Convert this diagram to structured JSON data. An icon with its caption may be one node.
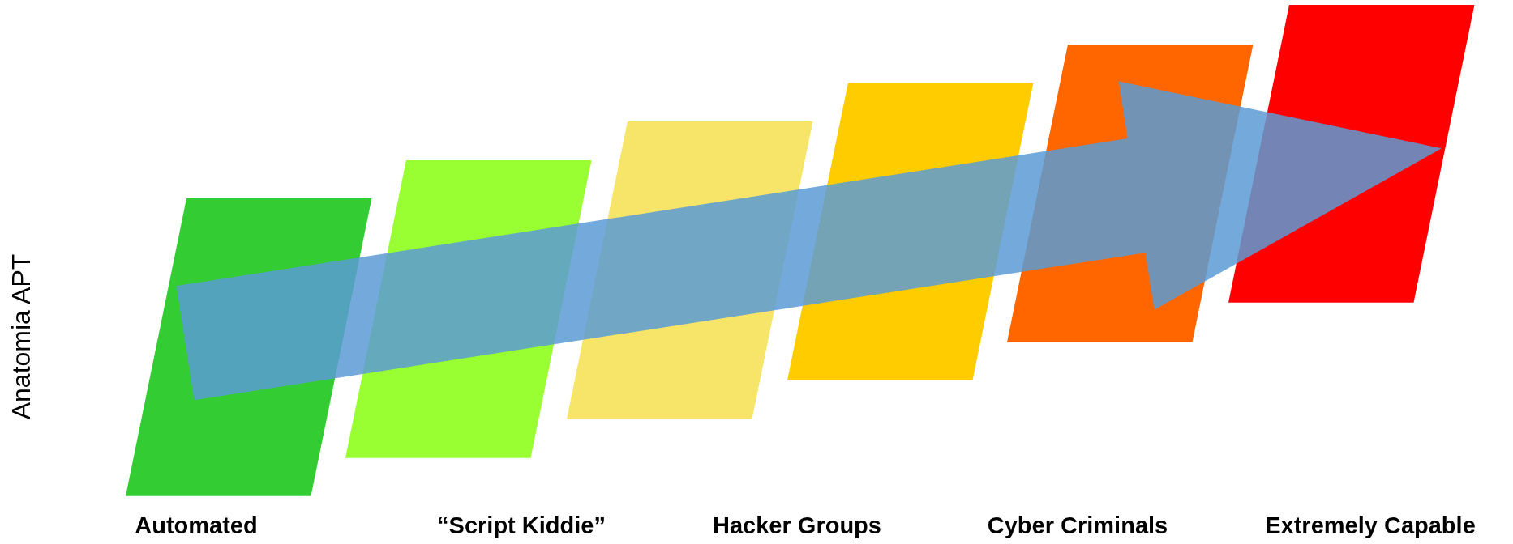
{
  "diagram": {
    "nodes": [
      {
        "text": [],
        "shape": "parallelogram"
      },
      {
        "text": [],
        "shape": "parallelogram"
      },
      {
        "text": [],
        "shape": "parallelogram"
      },
      {
        "text": [],
        "shape": "parallelogram"
      },
      {
        "text": [],
        "shape": "parallelogram"
      },
      {
        "text": [],
        "shape": "parallelogram"
      }
    ],
    "edges": [
      {
        "from": 0,
        "to": 5,
        "arrow": "to",
        "style": "thick"
      }
    ],
    "labels": [
      "Anatomia APT",
      "Automated",
      "“Script Kiddie”",
      "Hacker Groups",
      "Cyber Criminals",
      "Extremely Capable"
    ]
  }
}
